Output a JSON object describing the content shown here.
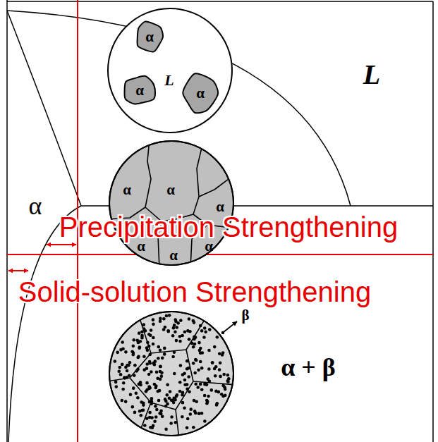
{
  "diagram": {
    "nodes": [
      {
        "text": [
          "L"
        ]
      },
      {
        "text": [
          "α"
        ],
        "in": 0
      },
      {
        "text": [
          "α"
        ],
        "in": 0
      },
      {
        "text": [
          "α"
        ],
        "in": 0
      },
      {
        "text": [
          "α",
          "α",
          "α",
          "α",
          "α",
          "α"
        ]
      },
      {
        "text": [
          "β"
        ]
      }
    ],
    "labels": [
      "L",
      "α",
      "Precipitation Strengthening",
      "Solid-solution Strengthening",
      "α + β"
    ]
  }
}
